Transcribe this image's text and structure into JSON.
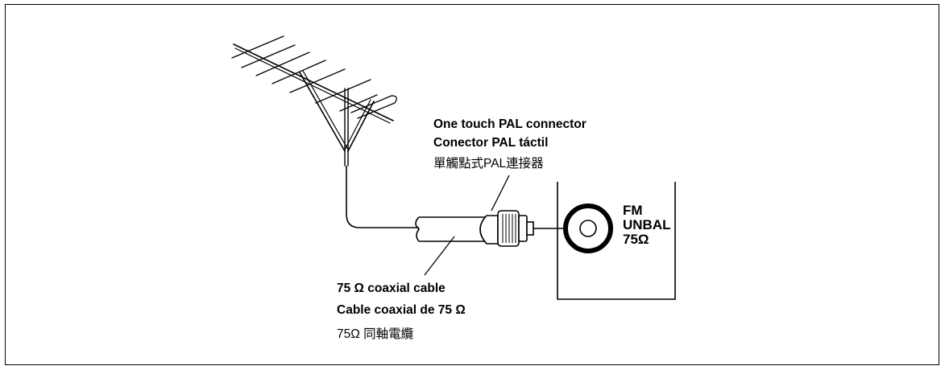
{
  "connector_label": {
    "english": "One touch PAL connector",
    "spanish": "Conector PAL táctil",
    "chinese": "單觸點式PAL連接器"
  },
  "cable_label": {
    "english": "75 Ω coaxial cable",
    "spanish": "Cable coaxial de 75 Ω",
    "chinese": "75Ω 同軸電纜"
  },
  "terminal": {
    "line1": "FM",
    "line2": "UNBAL",
    "line3": "75Ω"
  }
}
